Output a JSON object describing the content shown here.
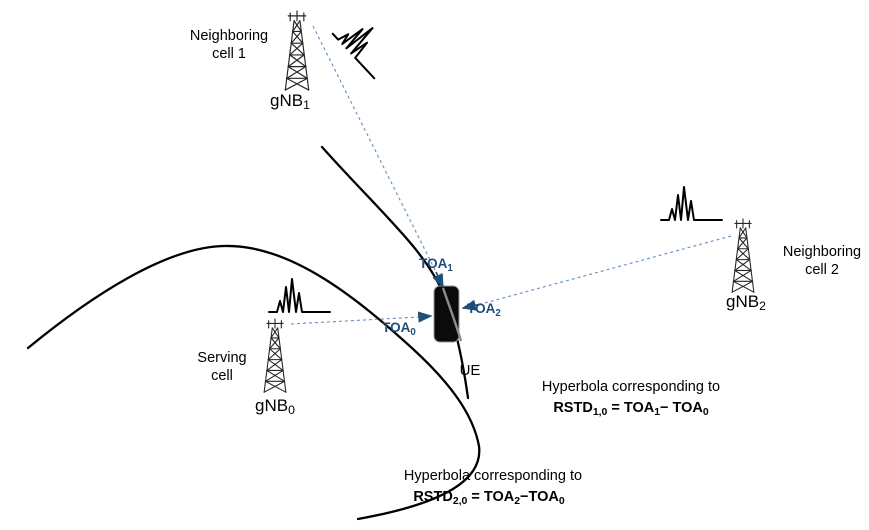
{
  "diagram": {
    "background": "#ffffff",
    "colors": {
      "measurement_blue": "#1f4e79",
      "dashed_line_blue": "#638ec4",
      "curve_black": "#000000",
      "ue_fill": "#0b0b0b"
    },
    "towers": [
      {
        "role_lines": [
          "Neighboring",
          "cell 1"
        ],
        "name_parts": [
          {
            "text": "gNB"
          },
          {
            "text": "1",
            "sub": true
          }
        ]
      },
      {
        "role_lines": [
          "Neighboring",
          "cell 2"
        ],
        "name_parts": [
          {
            "text": "gNB"
          },
          {
            "text": "2",
            "sub": true
          }
        ]
      },
      {
        "role_lines": [
          "Serving",
          "cell"
        ],
        "name_parts": [
          {
            "text": "gNB"
          },
          {
            "text": "0",
            "sub": true
          }
        ]
      }
    ],
    "ue_label": "UE",
    "toa_labels": {
      "toa1": [
        {
          "text": "TOA"
        },
        {
          "text": "1",
          "sub": true
        }
      ],
      "toa2": [
        {
          "text": "TOA"
        },
        {
          "text": "2",
          "sub": true
        }
      ],
      "toa0": [
        {
          "text": "TOA"
        },
        {
          "text": "0",
          "sub": true
        }
      ]
    },
    "hyperbolas": [
      {
        "caption": "Hyperbola corresponding to",
        "formula_parts": [
          {
            "text": "RSTD"
          },
          {
            "text": "1,0",
            "sub": true
          },
          {
            "text": " = TOA"
          },
          {
            "text": "1",
            "sub": true
          },
          {
            "text": "− TOA"
          },
          {
            "text": "0",
            "sub": true
          }
        ]
      },
      {
        "caption": "Hyperbola corresponding to",
        "formula_parts": [
          {
            "text": "RSTD"
          },
          {
            "text": "2,0",
            "sub": true
          },
          {
            "text": " = TOA"
          },
          {
            "text": "2",
            "sub": true
          },
          {
            "text": "−TOA"
          },
          {
            "text": "0",
            "sub": true
          }
        ]
      }
    ]
  }
}
